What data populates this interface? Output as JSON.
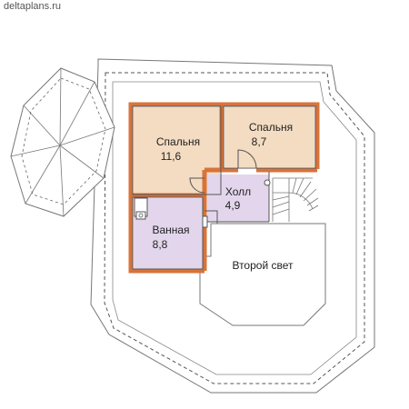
{
  "watermark": "deltaplans.ru",
  "rooms": [
    {
      "label": "Спальня",
      "area": "11,6"
    },
    {
      "label": "Спальня",
      "area": "8,7"
    },
    {
      "label": "Холл",
      "area": "4,9"
    },
    {
      "label": "Ванная",
      "area": "8,8"
    },
    {
      "label": "Второй свет"
    }
  ],
  "colors": {
    "wall": "#d9733a",
    "bedroom_fill": "#f3dcc2",
    "hall_fill": "#e3d6ec",
    "roof_stroke": "#777777",
    "roof_dash": "#666666"
  }
}
